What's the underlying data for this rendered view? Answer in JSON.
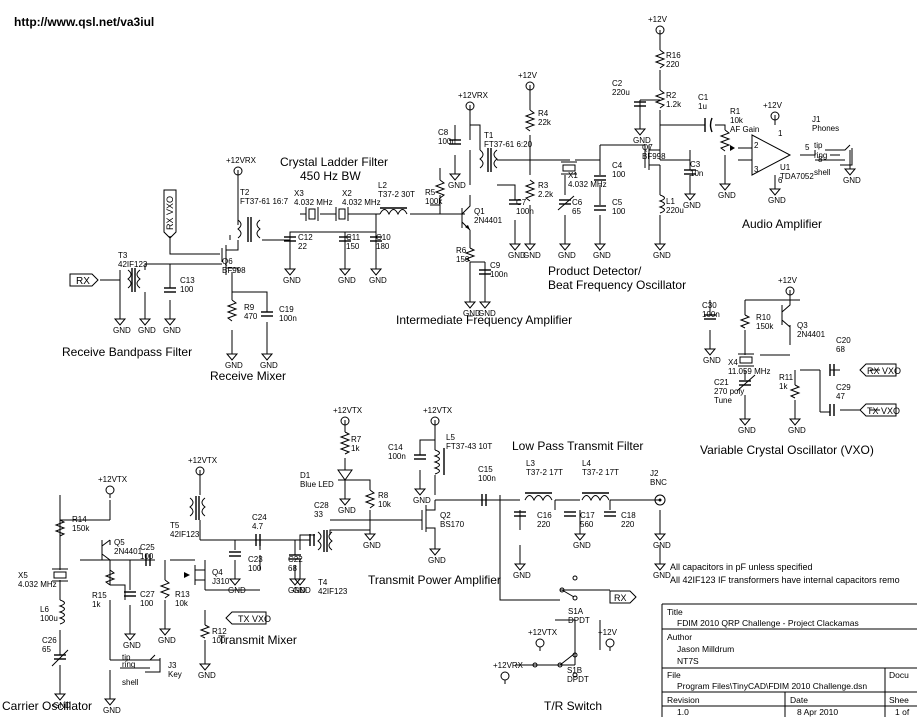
{
  "url": "http://www.qsl.net/va3iul",
  "sections": {
    "receive_bandpass": "Receive Bandpass Filter",
    "receive_mixer": "Receive Mixer",
    "crystal_ladder_1": "Crystal Ladder Filter",
    "crystal_ladder_2": "450 Hz BW",
    "if_amp": "Intermediate Frequency Amplifier",
    "product_det_1": "Product Detector/",
    "product_det_2": "Beat Frequency Oscillator",
    "audio_amp": "Audio Amplifier",
    "vxo": "Variable Crystal Oscillator (VXO)",
    "lpf": "Low Pass Transmit Filter",
    "tx_power": "Transmit Power Amplifier",
    "tx_mixer": "Transmit Mixer",
    "carrier_osc": "Carrier Oscillator",
    "tr_switch": "T/R Switch"
  },
  "notes": [
    "All capacitors in pF unless specified",
    "All 42IF123 IF transformers have internal capacitors remo"
  ],
  "ports": {
    "rx_in": "RX",
    "rx_vxo_in": "RX VXO",
    "rx_vxo_out": "RX VXO",
    "tx_vxo_out": "TX VXO",
    "tx_vxo_in": "TX VXO",
    "rx_sw": "RX"
  },
  "components": {
    "t3": [
      "T3",
      "42IF123"
    ],
    "c13": [
      "C13",
      "100"
    ],
    "q6": [
      "Q6",
      "BF998"
    ],
    "t2": [
      "T2",
      "FT37-61 16:7"
    ],
    "r9": [
      "R9",
      "470"
    ],
    "c19": [
      "C19",
      "100n"
    ],
    "x3": [
      "X3",
      "4.032 MHz"
    ],
    "x2": [
      "X2",
      "4.032 MHz"
    ],
    "c12": [
      "C12",
      "22"
    ],
    "c11": [
      "C11",
      "150"
    ],
    "l2": [
      "L2",
      "T37-2 30T"
    ],
    "c10": [
      "C10",
      "180"
    ],
    "c8": [
      "C8",
      "100n"
    ],
    "t1": [
      "T1",
      "FT37-61 6:20"
    ],
    "r5": [
      "R5",
      "100k"
    ],
    "q1": [
      "Q1",
      "2N4401"
    ],
    "c7": [
      "C7",
      "100n"
    ],
    "r6": [
      "R6",
      "150"
    ],
    "c9": [
      "C9",
      "100n"
    ],
    "r4": [
      "R4",
      "22k"
    ],
    "r3": [
      "R3",
      "2.2k"
    ],
    "x1": [
      "X1",
      "4.032 MHz"
    ],
    "c6": [
      "C6",
      "65"
    ],
    "c4": [
      "C4",
      "100"
    ],
    "c5": [
      "C5",
      "100"
    ],
    "c2": [
      "C2",
      "220u"
    ],
    "r16": [
      "R16",
      "220"
    ],
    "r2": [
      "R2",
      "1.2k"
    ],
    "q7": [
      "Q7",
      "BF998"
    ],
    "c3": [
      "C3",
      "10n"
    ],
    "l1": [
      "L1",
      "220u"
    ],
    "c1": [
      "C1",
      "1u"
    ],
    "r1": [
      "R1",
      "10k",
      "AF Gain"
    ],
    "u1": [
      "U1",
      "TDA7052"
    ],
    "j1": [
      "J1",
      "Phones"
    ],
    "c30": [
      "C30",
      "100n"
    ],
    "r10": [
      "R10",
      "150k"
    ],
    "q3": [
      "Q3",
      "2N4401"
    ],
    "x4": [
      "X4",
      "11.059 MHz"
    ],
    "c21": [
      "C21",
      "270 poly",
      "Tune"
    ],
    "r11": [
      "R11",
      "1k"
    ],
    "c20": [
      "C20",
      "68"
    ],
    "c29": [
      "C29",
      "47"
    ],
    "r7": [
      "R7",
      "1k"
    ],
    "d1": [
      "D1",
      "Blue LED"
    ],
    "r8": [
      "R8",
      "10k"
    ],
    "c14": [
      "C14",
      "100n"
    ],
    "l5": [
      "L5",
      "FT37-43 10T"
    ],
    "c15": [
      "C15",
      "100n"
    ],
    "q2": [
      "Q2",
      "BS170"
    ],
    "l3": [
      "L3",
      "T37-2 17T"
    ],
    "l4": [
      "L4",
      "T37-2 17T"
    ],
    "c16": [
      "C16",
      "220"
    ],
    "c17": [
      "C17",
      "560"
    ],
    "c18": [
      "C18",
      "220"
    ],
    "j2": [
      "J2",
      "BNC"
    ],
    "c28": [
      "C28",
      "33"
    ],
    "c22": [
      "C22",
      "68"
    ],
    "t4": [
      "T4",
      "42IF123"
    ],
    "c24": [
      "C24",
      "4.7"
    ],
    "c23": [
      "C23",
      "100"
    ],
    "q4": [
      "Q4",
      "J310"
    ],
    "r12": [
      "R12",
      "100"
    ],
    "t5": [
      "T5",
      "42IF123"
    ],
    "r13": [
      "R13",
      "10k"
    ],
    "c27": [
      "C27",
      "100"
    ],
    "r15": [
      "R15",
      "1k"
    ],
    "c25": [
      "C25",
      "100"
    ],
    "q5": [
      "Q5",
      "2N4401"
    ],
    "r14": [
      "R14",
      "150k"
    ],
    "x5": [
      "X5",
      "4.032 MHz"
    ],
    "l6": [
      "L6",
      "100u"
    ],
    "c26": [
      "C26",
      "65"
    ],
    "j3": [
      "J3",
      "Key"
    ],
    "s1a": [
      "S1A",
      "DPDT"
    ],
    "s1b": [
      "S1B",
      "DPDT"
    ]
  },
  "pins": {
    "tip": "tip",
    "ring": "ring",
    "shell": "shell",
    "u1_in_p": "2",
    "u1_in_n": "3",
    "u1_out": "5",
    "u1_out2": "8",
    "u1_vcc": "1",
    "u1_gnd": "6"
  },
  "rails": {
    "v12": "+12V",
    "v12rx": "+12VRX",
    "v12tx": "+12VTX"
  },
  "gnd": "GND",
  "title_block": {
    "title_label": "Title",
    "title": "FDIM 2010 QRP Challenge - Project Clackamas",
    "author_label": "Author",
    "author_name": "Jason Milldrum",
    "author_call": "NT7S",
    "file_label": "File",
    "file": "Program Files\\TinyCAD\\FDIM 2010 Challenge.dsn",
    "docu_label": "Docu",
    "revision_label": "Revision",
    "revision": "1.0",
    "date_label": "Date",
    "date": "8 Apr 2010",
    "sheet_label": "Shee",
    "sheet": "1 of"
  }
}
